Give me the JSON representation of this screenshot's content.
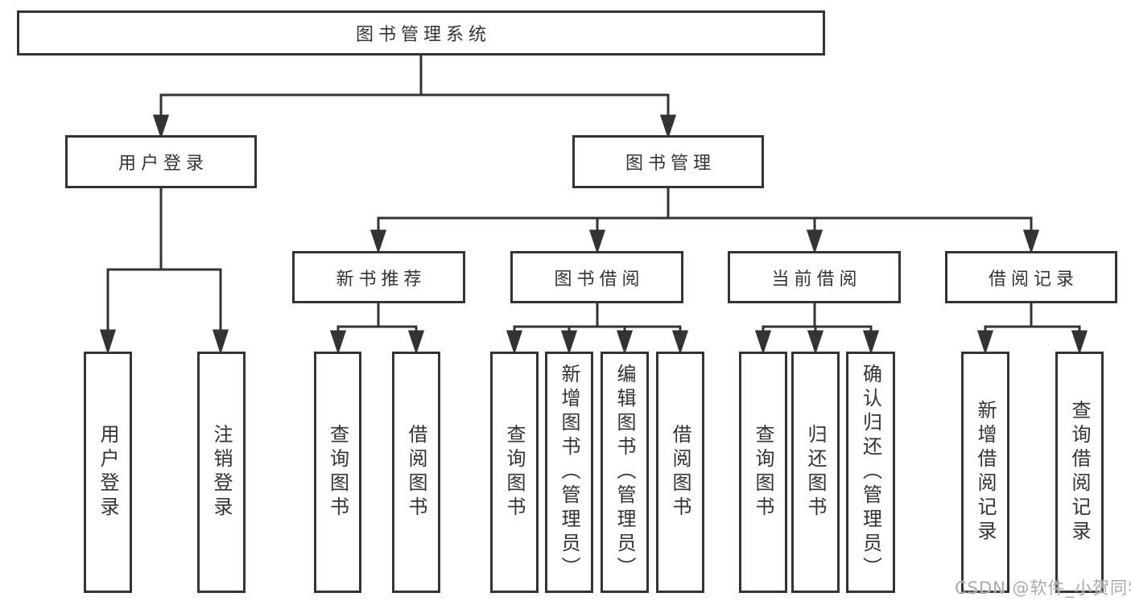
{
  "diagram": {
    "title": "图书管理系统",
    "tree": {
      "label": "图书管理系统",
      "children": [
        {
          "label": "用户登录",
          "children": [
            {
              "label": "用户登录"
            },
            {
              "label": "注销登录"
            }
          ]
        },
        {
          "label": "图书管理",
          "children": [
            {
              "label": "新书推荐",
              "children": [
                {
                  "label": "查询图书"
                },
                {
                  "label": "借阅图书"
                }
              ]
            },
            {
              "label": "图书借阅",
              "children": [
                {
                  "label": "查询图书"
                },
                {
                  "label": "新增图书（管理员）"
                },
                {
                  "label": "编辑图书（管理员）"
                },
                {
                  "label": "借阅图书"
                }
              ]
            },
            {
              "label": "当前借阅",
              "children": [
                {
                  "label": "查询图书"
                },
                {
                  "label": "归还图书"
                },
                {
                  "label": "确认归还（管理员）"
                }
              ]
            },
            {
              "label": "借阅记录",
              "children": [
                {
                  "label": "新增借阅记录"
                },
                {
                  "label": "查询借阅记录"
                }
              ]
            }
          ]
        }
      ]
    },
    "colors": {
      "line": "#333333",
      "box_border": "#333333",
      "text": "#333333",
      "background": "#ffffff",
      "watermark": "#a9a9a9"
    }
  },
  "watermark": {
    "text": "CSDN @软件_小贺同学"
  }
}
